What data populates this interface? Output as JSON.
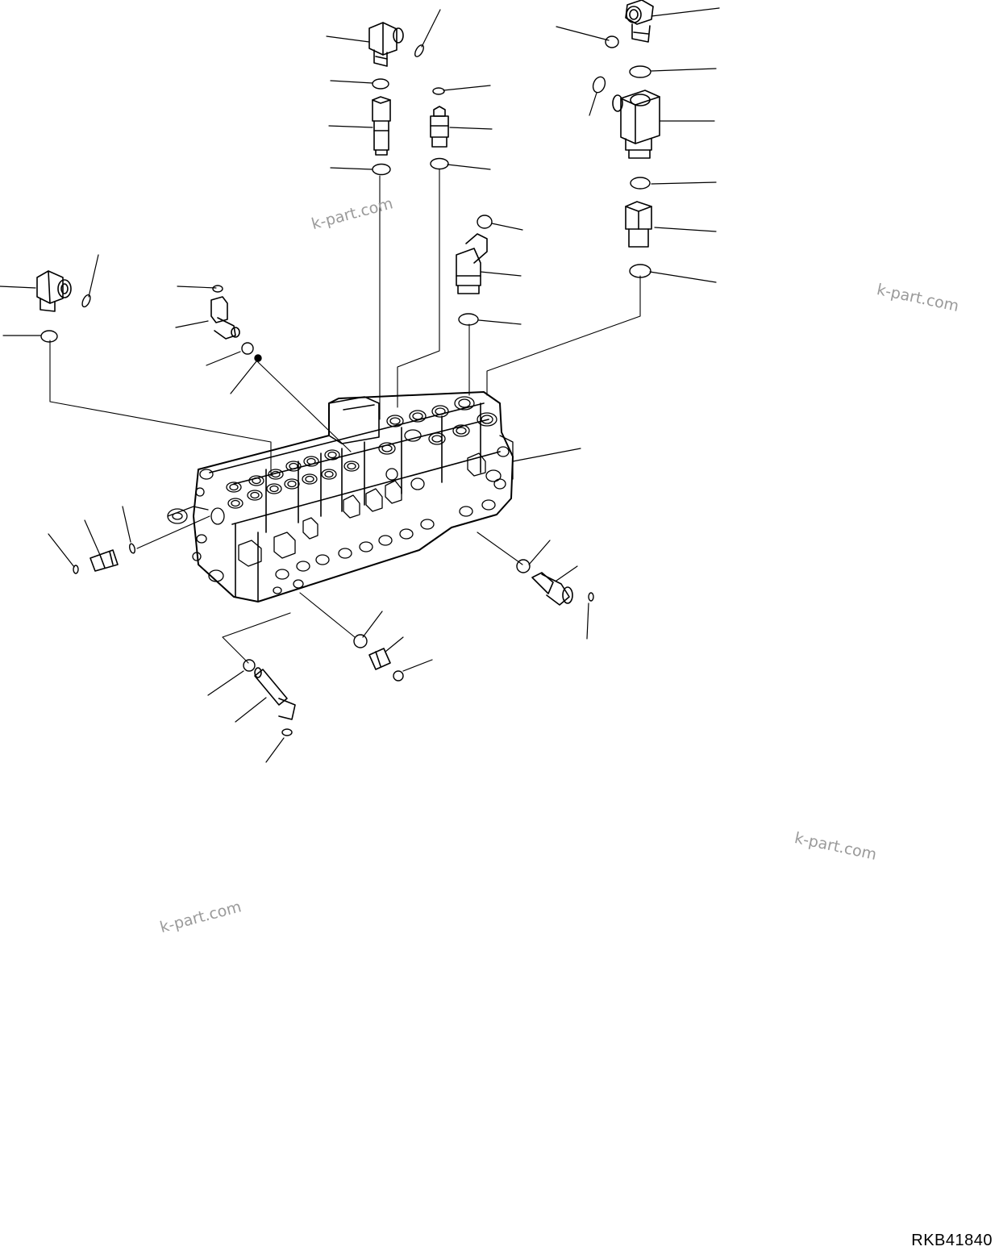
{
  "diagram": {
    "drawing_code": "RKB41840",
    "watermarks": [
      "k-part.com",
      "k-part.com",
      "k-part.com",
      "k-part.com"
    ]
  },
  "colors": {
    "line": "#000000",
    "background": "#ffffff",
    "watermark": "#9a9a9a"
  }
}
